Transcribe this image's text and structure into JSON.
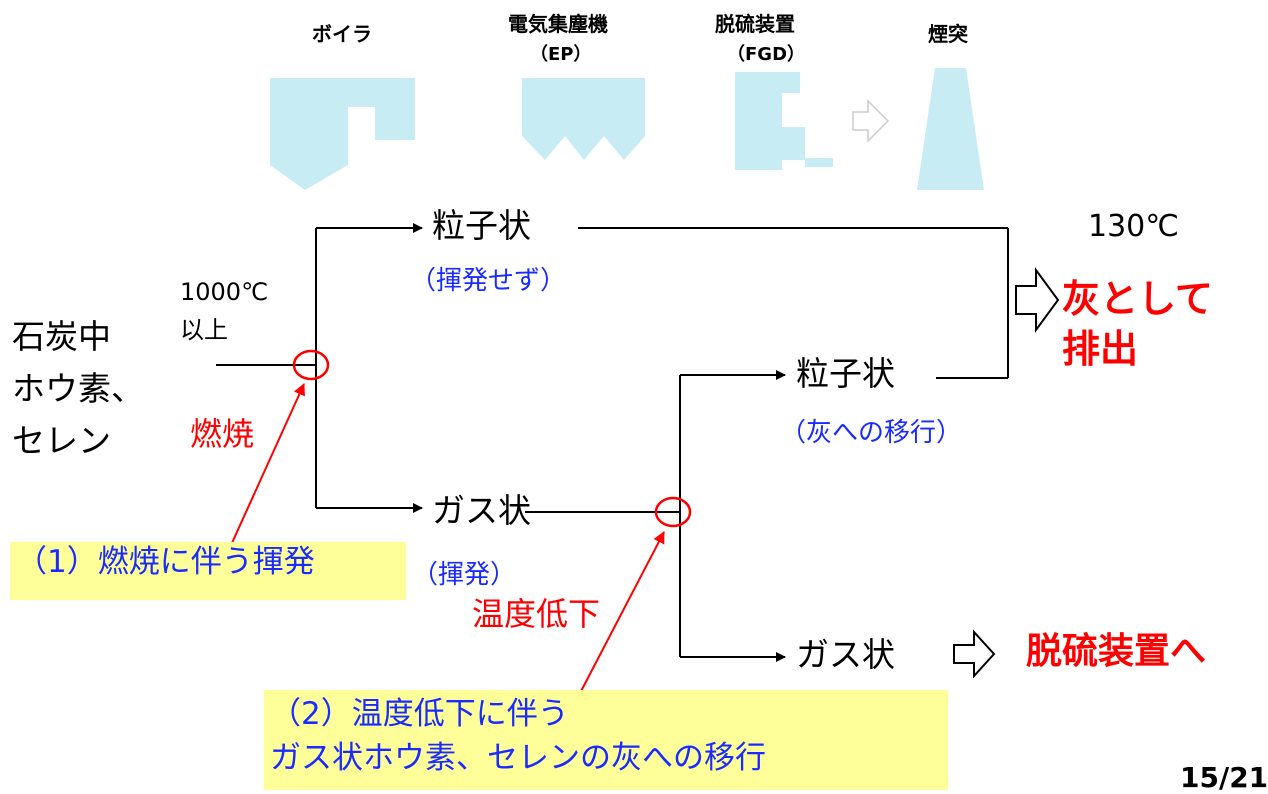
{
  "equipment": {
    "boiler": "ボイラ",
    "ep": "電気集塵機",
    "ep_abbr": "（EP）",
    "fgd": "脱硫装置",
    "fgd_abbr": "（FGD）",
    "stack": "煙突"
  },
  "source": {
    "temp_line1": "1000℃",
    "temp_line2": "以上",
    "line1": "石炭中",
    "line2": "ホウ素、",
    "line3": "セレン",
    "combustion": "燃焼"
  },
  "upper": {
    "label": "粒子状",
    "note": "（揮発せず）"
  },
  "gas": {
    "label": "ガス状",
    "note": "（揮発）",
    "cooling": "温度低下"
  },
  "particle2": {
    "label": "粒子状",
    "note": "（灰への移行）"
  },
  "gas2": {
    "label": "ガス状",
    "dest": "脱硫装置へ"
  },
  "outlet": {
    "temp": "130℃",
    "line1": "灰として",
    "line2": "排出"
  },
  "callouts": {
    "c1": "（1）燃焼に伴う揮発",
    "c2_line1": "（2）温度低下に伴う",
    "c2_line2": "ガス状ホウ素、セレンの灰への移行"
  },
  "page": "15/21",
  "colors": {
    "equipment_fill": "#c8ecf4",
    "emphasis": "#ff0000",
    "note": "#1a2bff",
    "callout_bg": "#ffff99"
  }
}
